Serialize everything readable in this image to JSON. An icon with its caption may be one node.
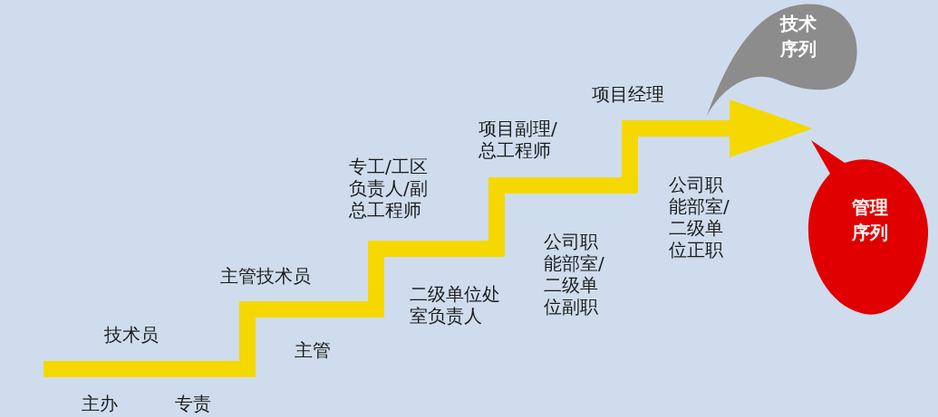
{
  "diagram": {
    "nodes": [
      {
        "text": [
          "技术序列"
        ]
      },
      {
        "text": [
          "管理序列"
        ]
      }
    ],
    "labels": [
      "项目经理",
      "项目副理/总工程师",
      "专工/工区负责人/副总工程师",
      "公司职能部室/二级单位正职",
      "公司职能部室/二级单位副职",
      "主管技术员",
      "二级单位处室负责人",
      "技术员",
      "主管",
      "主办",
      "专责"
    ]
  }
}
